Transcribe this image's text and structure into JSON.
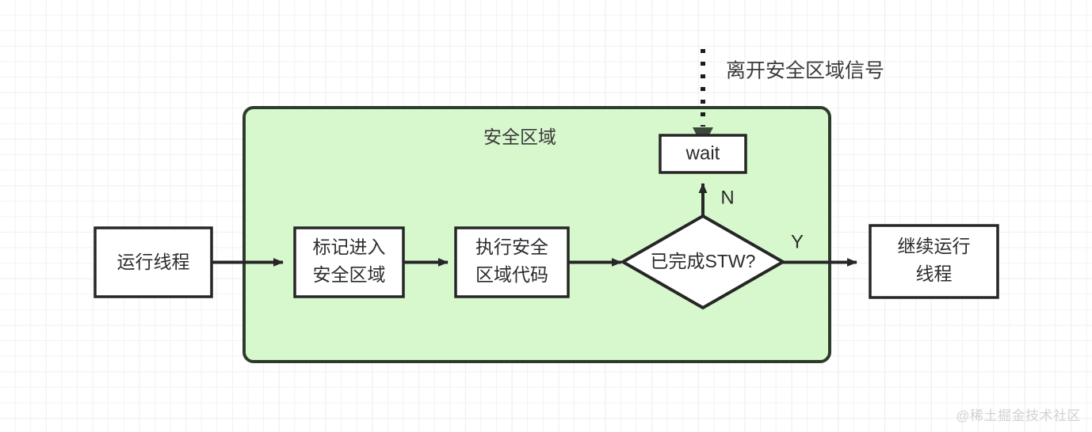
{
  "diagram": {
    "type": "flowchart",
    "title_visible": false,
    "colors": {
      "region_fill": "#d7f8cd",
      "region_border": "#2d3b2d",
      "node_fill": "#ffffff",
      "node_border": "#262626",
      "edge": "#262626",
      "text": "#2b2b2b",
      "background": "#ffffff",
      "grid_minor": "#f2f2f2",
      "grid_major": "#e8e8e8",
      "watermark": "#d2d2d2"
    },
    "region": {
      "label": "安全区域",
      "name": "safe-region"
    },
    "annotation": {
      "label": "离开安全区域信号",
      "line_style": "dotted",
      "arrow": "down"
    },
    "nodes": [
      {
        "id": "run-thread",
        "shape": "rect",
        "lines": [
          "运行线程"
        ],
        "inside_region": false
      },
      {
        "id": "mark-enter",
        "shape": "rect",
        "lines": [
          "标记进入",
          "安全区域"
        ],
        "inside_region": true
      },
      {
        "id": "exec-safe-code",
        "shape": "rect",
        "lines": [
          "执行安全",
          "区域代码"
        ],
        "inside_region": true
      },
      {
        "id": "stw-done",
        "shape": "diamond",
        "lines": [
          "已完成STW?"
        ],
        "inside_region": true
      },
      {
        "id": "wait",
        "shape": "rect",
        "lines": [
          "wait"
        ],
        "inside_region": true
      },
      {
        "id": "continue-thread",
        "shape": "rect",
        "lines": [
          "继续运行",
          "线程"
        ],
        "inside_region": false
      }
    ],
    "edges": [
      {
        "from": "run-thread",
        "to": "mark-enter",
        "label": ""
      },
      {
        "from": "mark-enter",
        "to": "exec-safe-code",
        "label": ""
      },
      {
        "from": "exec-safe-code",
        "to": "stw-done",
        "label": ""
      },
      {
        "from": "stw-done",
        "to": "wait",
        "label": "N"
      },
      {
        "from": "stw-done",
        "to": "continue-thread",
        "label": "Y"
      },
      {
        "from": "signal",
        "to": "wait",
        "label": "离开安全区域信号"
      }
    ],
    "labels": {
      "n_branch": "N",
      "y_branch": "Y"
    }
  },
  "watermark": {
    "text": "@稀土掘金技术社区"
  }
}
